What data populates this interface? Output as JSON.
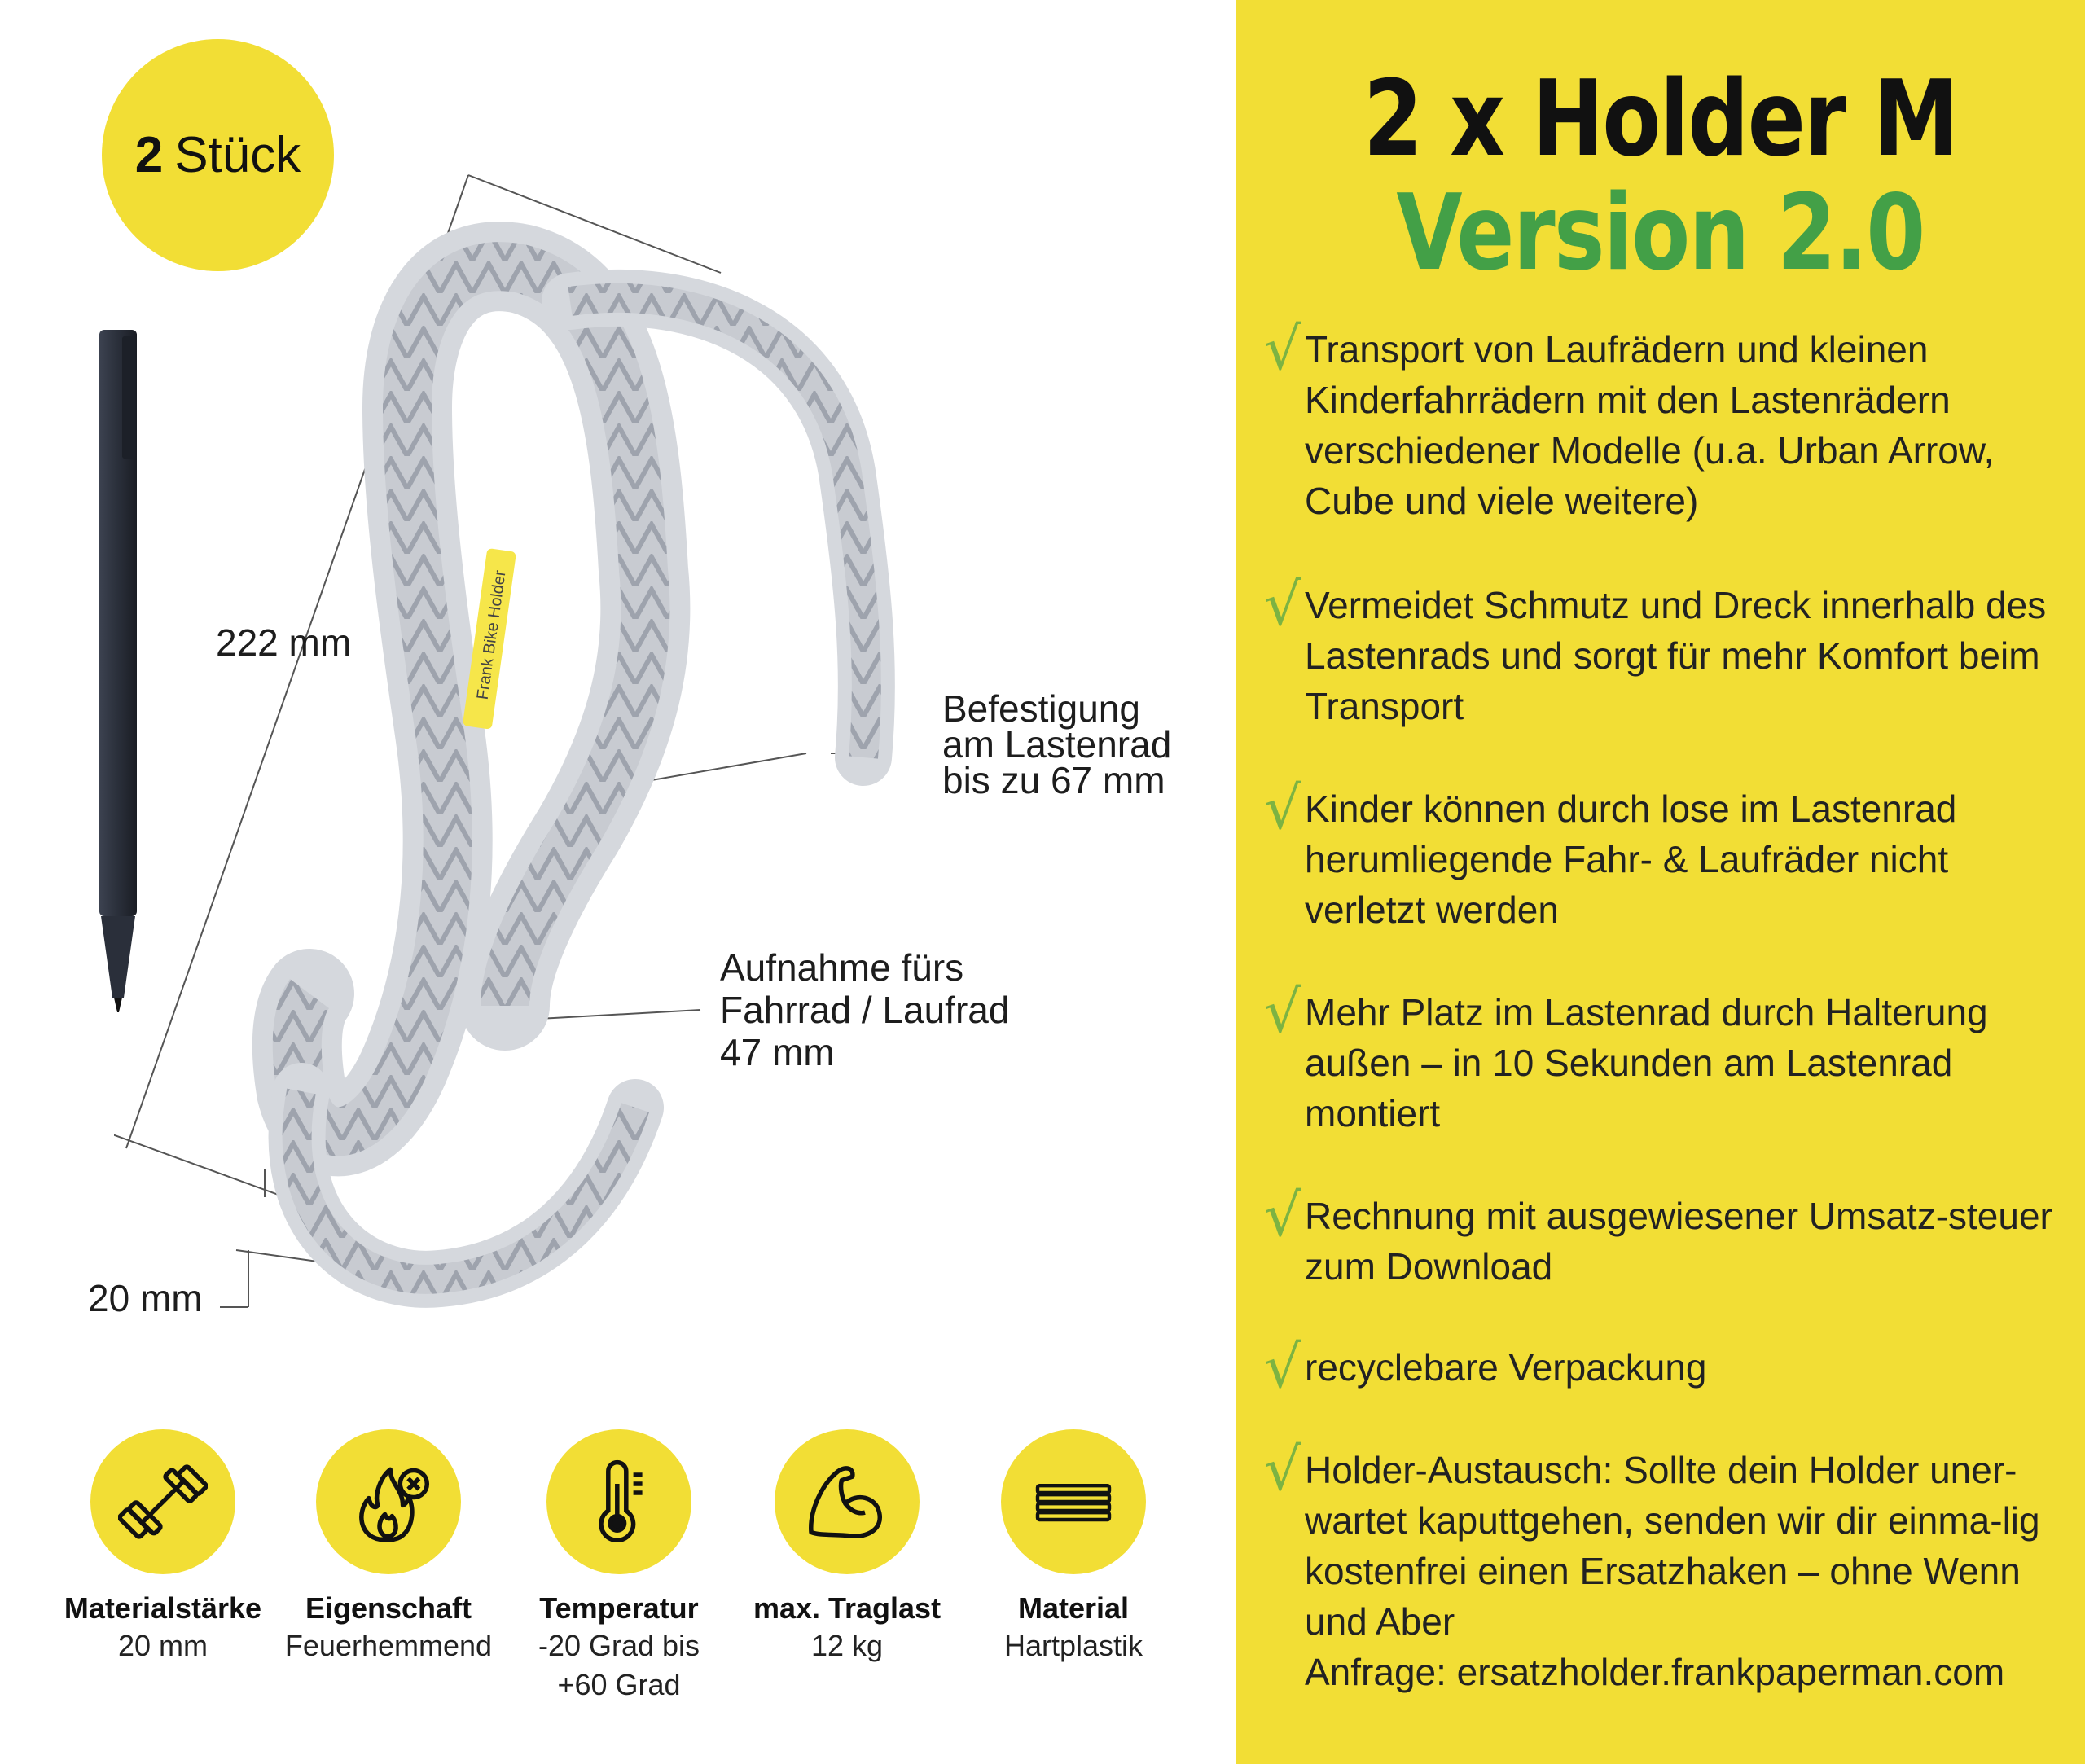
{
  "badge": {
    "number": "2",
    "text": "Stück"
  },
  "title_line1": "2 x Holder M",
  "title_line2": "Version 2.0",
  "accent_yellow": "#f2de35",
  "accent_green": "#43a047",
  "check_symbol": "√",
  "features": [
    "Transport von Laufrädern und kleinen Kinderfahrrädern mit den Lastenrädern verschiedener Modelle (u.a. Urban Arrow, Cube und viele weitere)",
    "Vermeidet Schmutz und Dreck innerhalb des Lastenrads und sorgt für mehr Komfort beim Transport",
    "Kinder können durch lose im Lastenrad herumliegende Fahr- & Laufräder nicht verletzt werden",
    "Mehr Platz im Lastenrad durch Halterung außen – in 10 Sekunden am Lastenrad montiert",
    "Rechnung mit ausgewiesener Umsatz-steuer zum Download",
    "recyclebare Verpackung",
    "Holder-Austausch: Sollte dein Holder uner-wartet kaputtgehen, senden wir dir einma-lig kostenfrei einen Ersatzhaken – ohne Wenn und Aber"
  ],
  "request_line": "Anfrage: ersatzholder.frankpaperman.com",
  "dimensions": {
    "length": "222 mm",
    "thickness": "20 mm",
    "mount": "Befestigung\nam Lastenrad\nbis zu 67 mm",
    "holder": "Aufnahme fürs\nFahrrad / Laufrad\n47 mm"
  },
  "sticker_text": "Frank Bike Holder",
  "specs": [
    {
      "icon": "dumbbell-icon",
      "title": "Materialstärke",
      "value": "20 mm"
    },
    {
      "icon": "fire-resistant-icon",
      "title": "Eigenschaft",
      "value": "Feuerhemmend"
    },
    {
      "icon": "thermometer-icon",
      "title": "Temperatur",
      "value": "-20 Grad bis\n+60 Grad"
    },
    {
      "icon": "muscle-icon",
      "title": "max. Traglast",
      "value": "12 kg"
    },
    {
      "icon": "layers-icon",
      "title": "Material",
      "value": "Hartplastik"
    }
  ]
}
